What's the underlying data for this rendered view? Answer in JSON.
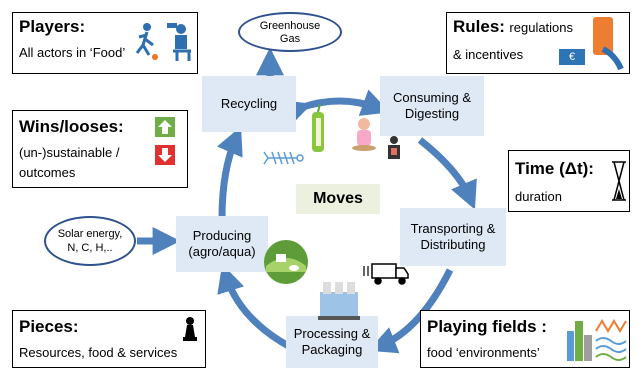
{
  "players": {
    "title": "Players:",
    "subtitle": "All actors in ‘Food’"
  },
  "rules": {
    "title": "Rules:",
    "subtitle_inline": "regulations",
    "subtitle_line2": "& incentives",
    "coin_label": "€"
  },
  "wins": {
    "title": "Wins/looses:",
    "line1": "(un-)sustainable /",
    "line2": "outcomes"
  },
  "time": {
    "title": "Time (Δt):",
    "subtitle": "duration"
  },
  "pieces": {
    "title": "Pieces:",
    "subtitle": "Resources, food & services"
  },
  "fields": {
    "title": "Playing fields :",
    "subtitle": "food ‘environments’"
  },
  "greenhouse": {
    "line1": "Greenhouse",
    "line2": "Gas"
  },
  "solar": {
    "line1": "Solar energy,",
    "line2": "N, C, H,.."
  },
  "stages": {
    "recycling": "Recycling",
    "consuming_1": "Consuming &",
    "consuming_2": "Digesting",
    "producing_1": "Producing",
    "producing_2": "(agro/aqua)",
    "transporting_1": "Transporting &",
    "transporting_2": "Distributing",
    "processing_1": "Processing &",
    "processing_2": "Packaging"
  },
  "moves": "Moves",
  "colors": {
    "stage_fill": "#dfe8f5",
    "arrow_blue": "#4f81bd",
    "ellipse_border": "#2f528f",
    "moves_fill": "#ebf1de",
    "up_green": "#70ad47",
    "down_red": "#e03030"
  }
}
